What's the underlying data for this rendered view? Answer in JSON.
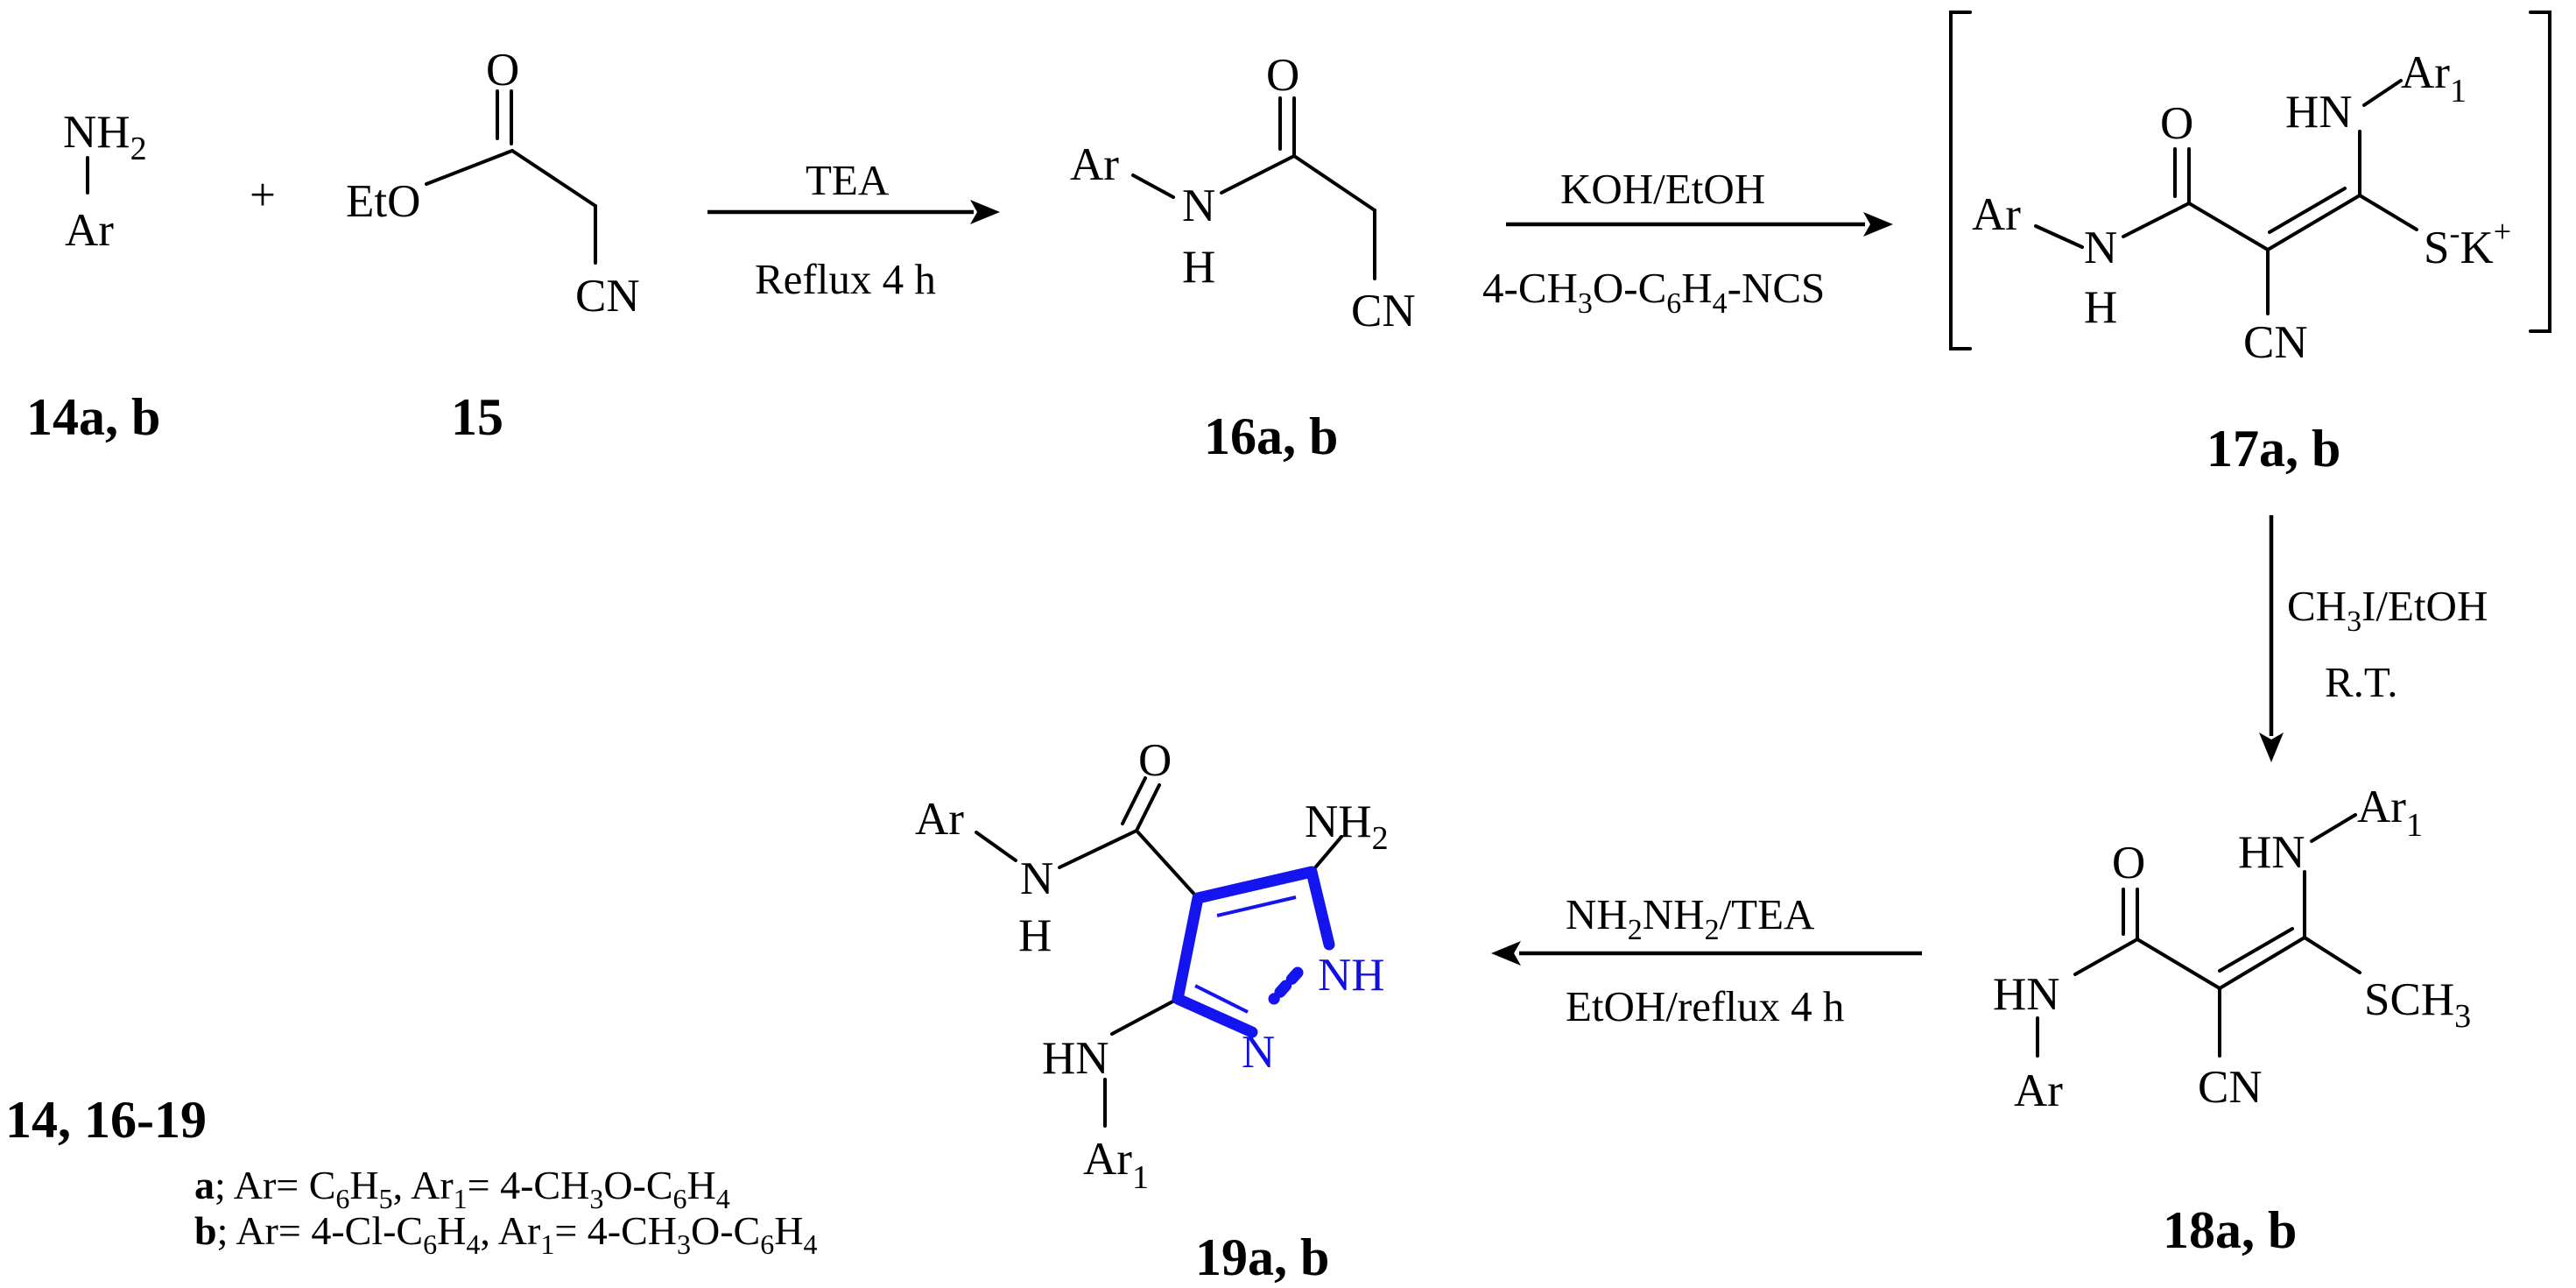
{
  "atoms": {
    "nh2": "NH",
    "two": "2",
    "ar": "Ar",
    "eto": "EtO",
    "o": "O",
    "cn": "CN",
    "n": "N",
    "h": "H",
    "hn": "HN",
    "ar1": "Ar",
    "one": "1",
    "s": "S",
    "minus": "-",
    "k": "K",
    "plus_charge": "+",
    "sch": "SCH",
    "three": "3",
    "nh": "NH",
    "plus": "+"
  },
  "compounds": {
    "c14": "14a, b",
    "c15": "15",
    "c16": "16a, b",
    "c17": "17a, b",
    "c18": "18a, b",
    "c19": "19a, b"
  },
  "reactions": {
    "r1": {
      "top": "TEA",
      "bottom": "Reflux 4 h"
    },
    "r2": {
      "top": "KOH/EtOH",
      "bottom": [
        "4-C",
        "H",
        "3",
        "O-C",
        "6",
        "H",
        "4",
        "-NCS"
      ]
    },
    "r3": {
      "top": [
        "CH",
        "3",
        "I/EtOH"
      ],
      "bottom": "R.T."
    },
    "r4": {
      "top": [
        "NH",
        "2",
        "NH",
        "2",
        "/TEA"
      ],
      "bottom": "EtOH/reflux 4 h"
    }
  },
  "legend": {
    "heading": "14, 16-19",
    "a_key": "a",
    "a_text": [
      "; Ar= C",
      "6",
      "H",
      "5",
      ", Ar",
      "1",
      "= 4-CH",
      "3",
      "O-C",
      "6",
      "H",
      "4"
    ],
    "b_key": "b",
    "b_text": [
      "; Ar= 4-Cl-C",
      "6",
      "H",
      "4",
      ", Ar",
      "1",
      "= 4-CH",
      "3",
      "O-C",
      "6",
      "H",
      "4"
    ]
  },
  "colors": {
    "pyrazole_ring": "#1414f0"
  }
}
